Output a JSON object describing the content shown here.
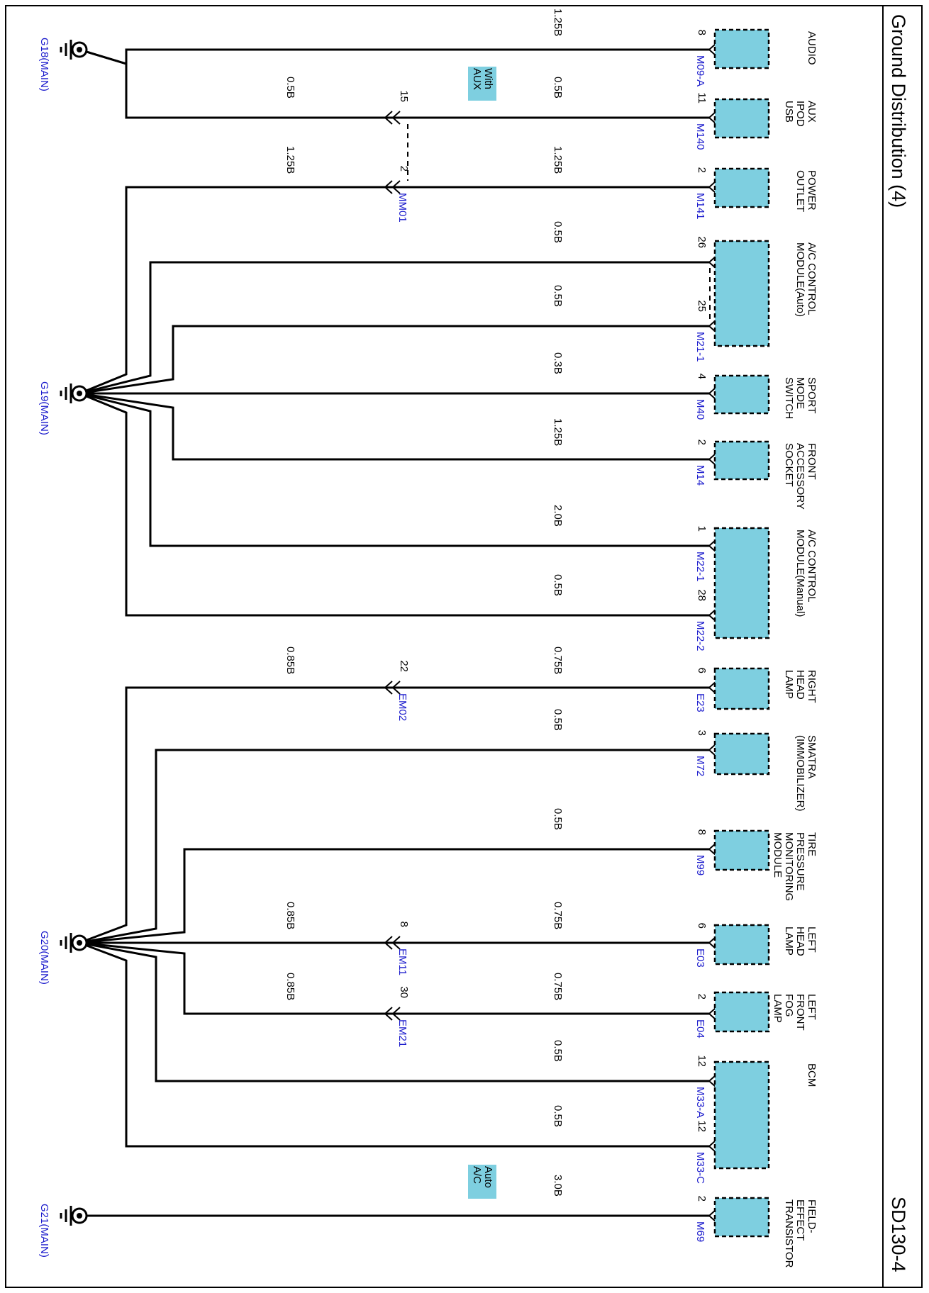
{
  "title": "Ground Distribution (4)",
  "page_code": "SD130-4",
  "grounds": [
    {
      "id": "g18",
      "label": "G18(MAIN)"
    },
    {
      "id": "g19",
      "label": "G19(MAIN)"
    },
    {
      "id": "g20",
      "label": "G20(MAIN)"
    },
    {
      "id": "g21",
      "label": "G21(MAIN)"
    }
  ],
  "components": [
    {
      "id": "audio",
      "lines": [
        "AUDIO"
      ]
    },
    {
      "id": "aux",
      "lines": [
        "AUX",
        "IPOD",
        "USB"
      ]
    },
    {
      "id": "power-outlet",
      "lines": [
        "POWER",
        "OUTLET"
      ]
    },
    {
      "id": "ac-auto",
      "lines": [
        "A/C CONTROL",
        "MODULE(Auto)"
      ]
    },
    {
      "id": "sport-mode",
      "lines": [
        "SPORT",
        "MODE",
        "SWITCH"
      ]
    },
    {
      "id": "front-accessory",
      "lines": [
        "FRONT",
        "ACCESSORY",
        "SOCKET"
      ]
    },
    {
      "id": "ac-manual",
      "lines": [
        "A/C CONTROL",
        "MODULE(Manual)"
      ]
    },
    {
      "id": "right-head-lamp",
      "lines": [
        "RIGHT",
        "HEAD",
        "LAMP"
      ]
    },
    {
      "id": "smatra",
      "lines": [
        "SMATRA",
        "(IMMOBILIZER)"
      ]
    },
    {
      "id": "tpms",
      "lines": [
        "TIRE",
        "PRESSURE",
        "MONITORING",
        "MODULE"
      ]
    },
    {
      "id": "left-head-lamp",
      "lines": [
        "LEFT",
        "HEAD",
        "LAMP"
      ]
    },
    {
      "id": "left-fog-lamp",
      "lines": [
        "LEFT",
        "FRONT",
        "FOG",
        "LAMP"
      ]
    },
    {
      "id": "bcm",
      "lines": [
        "BCM"
      ]
    },
    {
      "id": "fet",
      "lines": [
        "FIELD-",
        "EFFECT",
        "TRANSISTOR"
      ]
    }
  ],
  "wires": [
    {
      "id": "w1",
      "connector": "M09-A",
      "pin": "8",
      "gauge_comp": "1.25B",
      "ground": "G18"
    },
    {
      "id": "w2",
      "connector": "M140",
      "pin": "11",
      "gauge_comp": "0.5B",
      "inline_connector": "",
      "inline_pin": "15",
      "gauge_ground": "0.5B",
      "option": "With AUX",
      "ground": "G18"
    },
    {
      "id": "w3",
      "connector": "M141",
      "pin": "2",
      "gauge_comp": "1.25B",
      "inline_connector": "MM01",
      "inline_pin": "2",
      "gauge_ground": "1.25B",
      "ground": "G19"
    },
    {
      "id": "w4",
      "connector": "",
      "pin": "26",
      "gauge_comp": "0.5B",
      "ground": "G19"
    },
    {
      "id": "w5",
      "connector": "M21-1",
      "pin": "25",
      "gauge_comp": "0.5B",
      "ground": "G19"
    },
    {
      "id": "w6",
      "connector": "M40",
      "pin": "4",
      "gauge_comp": "0.3B",
      "ground": "G19"
    },
    {
      "id": "w7",
      "connector": "M14",
      "pin": "2",
      "gauge_comp": "1.25B",
      "ground": "G19"
    },
    {
      "id": "w8",
      "connector": "M22-1",
      "pin": "1",
      "gauge_comp": "2.0B",
      "ground": "G19"
    },
    {
      "id": "w9",
      "connector": "M22-2",
      "pin": "28",
      "gauge_comp": "0.5B",
      "ground": "G19"
    },
    {
      "id": "w10",
      "connector": "E23",
      "pin": "6",
      "gauge_comp": "0.75B",
      "inline_connector": "EM02",
      "inline_pin": "22",
      "gauge_ground": "0.85B",
      "ground": "G20"
    },
    {
      "id": "w11",
      "connector": "M72",
      "pin": "3",
      "gauge_comp": "0.5B",
      "ground": "G20"
    },
    {
      "id": "w12",
      "connector": "M99",
      "pin": "8",
      "gauge_comp": "0.5B",
      "ground": "G20"
    },
    {
      "id": "w13",
      "connector": "E03",
      "pin": "6",
      "gauge_comp": "0.75B",
      "inline_connector": "EM11",
      "inline_pin": "8",
      "gauge_ground": "0.85B",
      "ground": "G20"
    },
    {
      "id": "w14",
      "connector": "E04",
      "pin": "2",
      "gauge_comp": "0.75B",
      "inline_connector": "EM21",
      "inline_pin": "30",
      "gauge_ground": "0.85B",
      "ground": "G20"
    },
    {
      "id": "w15",
      "connector": "M33-A",
      "pin": "12",
      "gauge_comp": "0.5B",
      "ground": "G20"
    },
    {
      "id": "w16",
      "connector": "M33-C",
      "pin": "12",
      "gauge_comp": "0.5B",
      "ground": "G20"
    },
    {
      "id": "w17",
      "connector": "M69",
      "pin": "2",
      "gauge_comp": "3.0B",
      "option": "Auto A/C",
      "ground": "G21"
    }
  ],
  "colors": {
    "component_fill": "#7ecfe0",
    "connector_text": "#1a1acc",
    "line": "#000000"
  }
}
